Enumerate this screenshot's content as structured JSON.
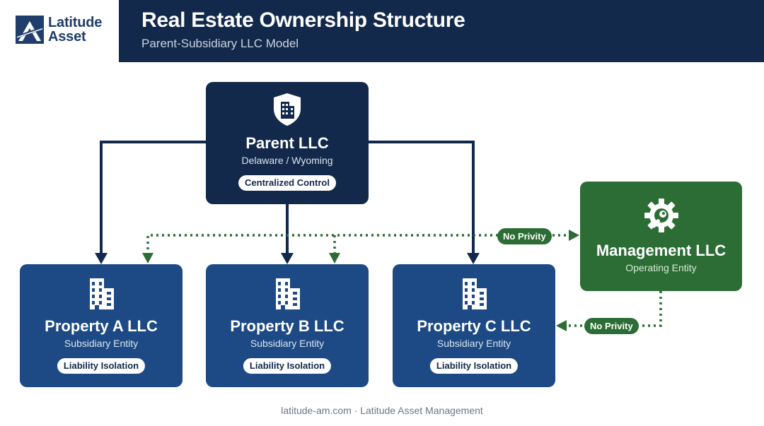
{
  "header": {
    "logo_line1": "Latitude",
    "logo_line2": "Asset",
    "title": "Real Estate Ownership Structure",
    "subtitle": "Parent-Subsidiary LLC Model"
  },
  "parent": {
    "icon": "building-shield-icon",
    "title": "Parent LLC",
    "subtitle": "Delaware / Wyoming",
    "pill": "Centralized Control"
  },
  "properties": [
    {
      "icon": "office-building-icon",
      "title": "Property A LLC",
      "subtitle": "Subsidiary Entity",
      "pill": "Liability Isolation"
    },
    {
      "icon": "office-building-icon",
      "title": "Property B LLC",
      "subtitle": "Subsidiary Entity",
      "pill": "Liability Isolation"
    },
    {
      "icon": "office-building-icon",
      "title": "Property C LLC",
      "subtitle": "Subsidiary Entity",
      "pill": "Liability Isolation"
    }
  ],
  "management": {
    "icon": "gear-wrench-icon",
    "title": "Management LLC",
    "subtitle": "Operating Entity"
  },
  "links": {
    "privity_top": "No Privity",
    "privity_bottom": "No Privity"
  },
  "footer": "latitude-am.com · Latitude Asset Management",
  "colors": {
    "navy": "#13294b",
    "property_blue": "#1d4a84",
    "management_green": "#2b6d34",
    "dotted_green": "#2b6d34"
  }
}
